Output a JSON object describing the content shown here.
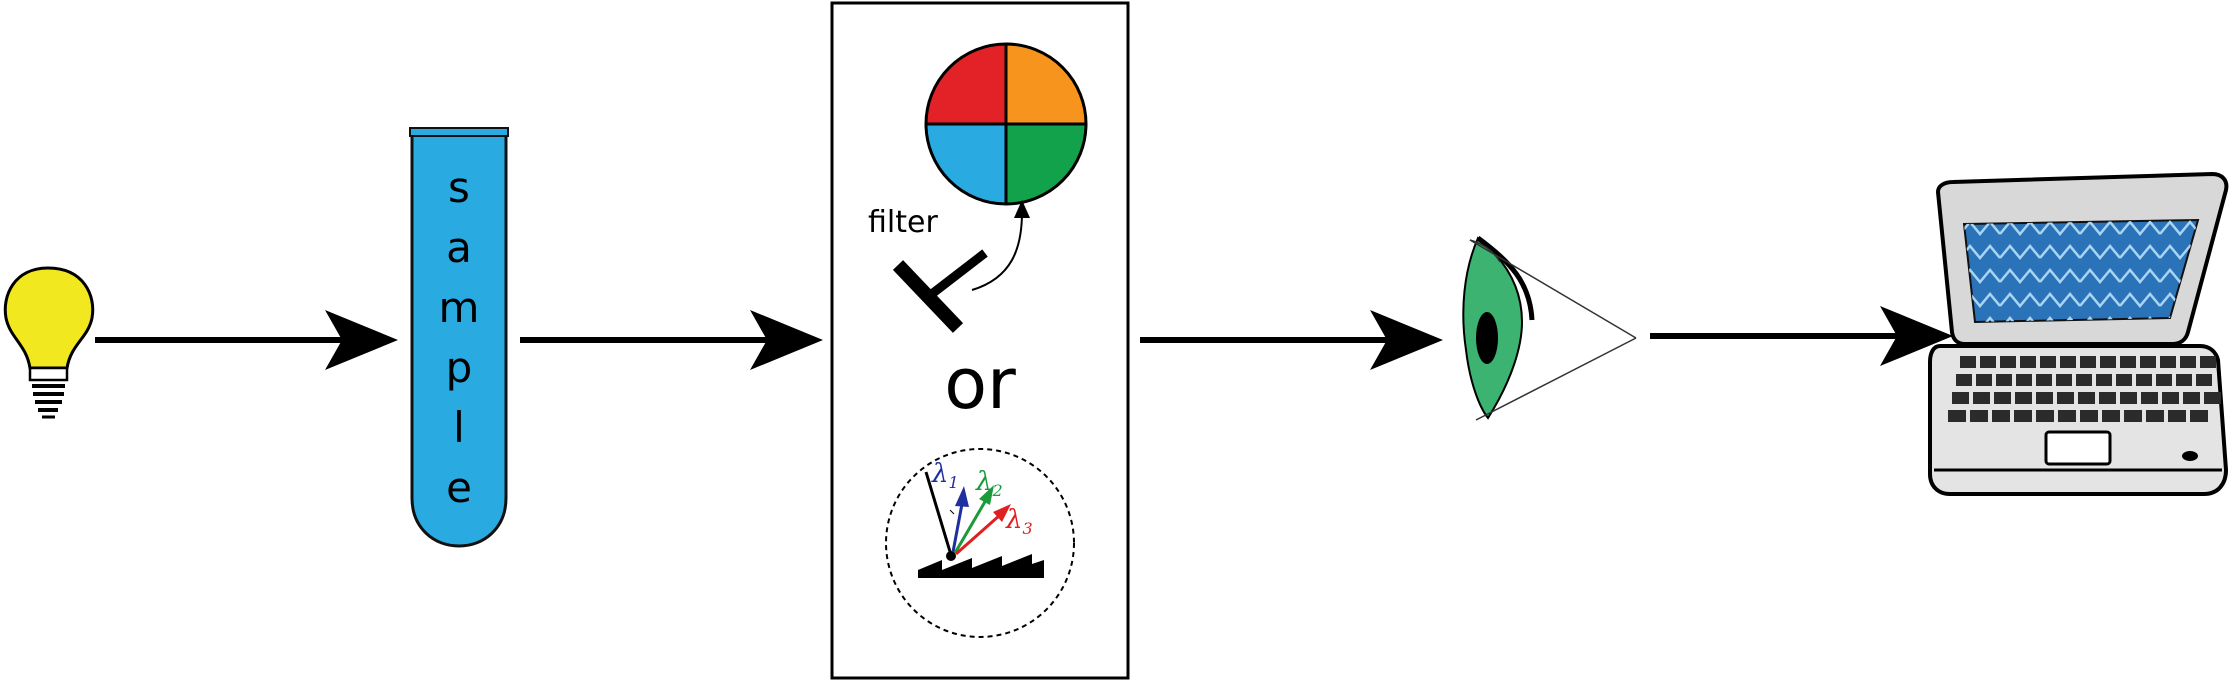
{
  "sample": {
    "letters": [
      "s",
      "a",
      "m",
      "p",
      "l",
      "e"
    ]
  },
  "filter": {
    "label": "filter"
  },
  "selector": {
    "or_label": "or"
  },
  "grating": {
    "wavelengths": [
      {
        "symbol": "λ",
        "sub": "1",
        "color": "#1f2fa0"
      },
      {
        "symbol": "λ",
        "sub": "2",
        "color": "#1a9a3a"
      },
      {
        "symbol": "λ",
        "sub": "3",
        "color": "#e02020"
      }
    ]
  },
  "colors": {
    "bulb": "#f2e820",
    "tube": "#29abe2",
    "wheel_red": "#e32227",
    "wheel_orange": "#f7941d",
    "wheel_blue": "#29abe2",
    "wheel_green": "#12a24b",
    "eye_iris": "#3cb371",
    "laptop_screen": "#2a73b8"
  },
  "icons": {
    "light": "light-bulb-icon",
    "sample": "test-tube-icon",
    "filter_wheel": "filter-wheel-icon",
    "grating": "diffraction-grating-icon",
    "detector": "eye-icon",
    "computer": "laptop-icon"
  }
}
